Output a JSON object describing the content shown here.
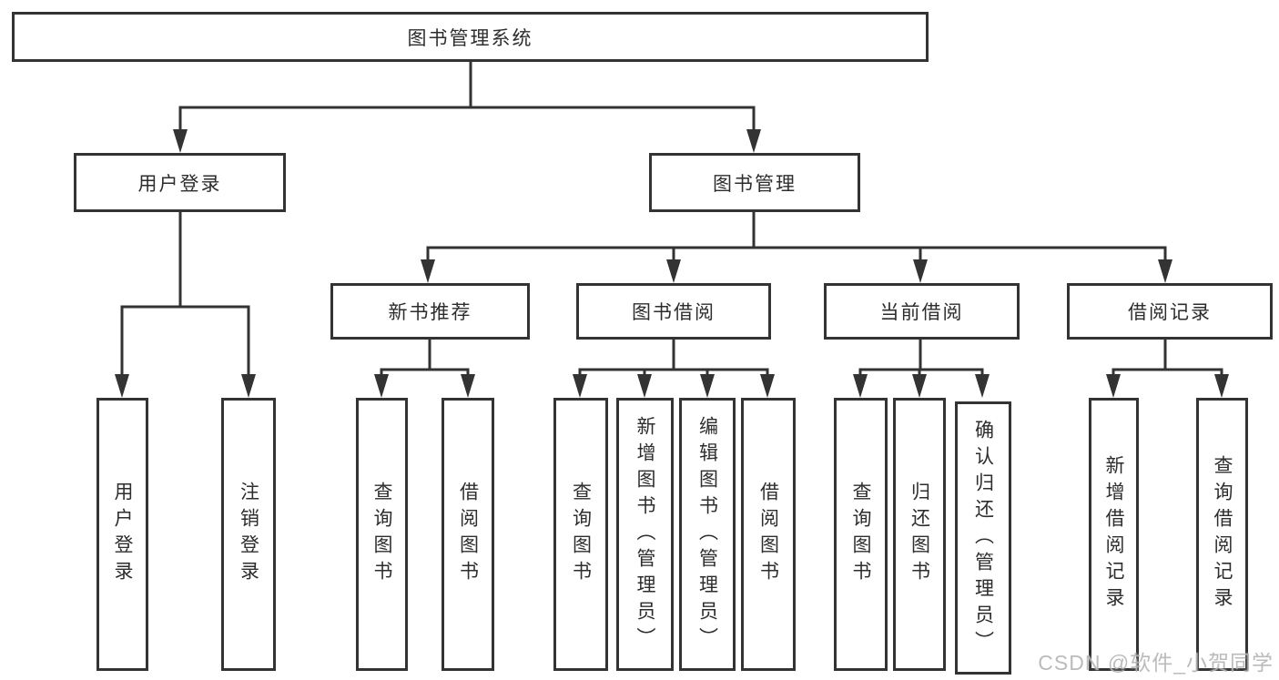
{
  "diagram": {
    "root": {
      "label": "图书管理系统"
    },
    "branches": [
      {
        "label": "用户登录",
        "children": [
          {
            "label": "用户登录"
          },
          {
            "label": "注销登录"
          }
        ]
      },
      {
        "label": "图书管理",
        "children": [
          {
            "label": "新书推荐",
            "children": [
              {
                "label": "查询图书"
              },
              {
                "label": "借阅图书"
              }
            ]
          },
          {
            "label": "图书借阅",
            "children": [
              {
                "label": "查询图书"
              },
              {
                "label": "新增图书（管理员）"
              },
              {
                "label": "编辑图书（管理员）"
              },
              {
                "label": "借阅图书"
              }
            ]
          },
          {
            "label": "当前借阅",
            "children": [
              {
                "label": "查询图书"
              },
              {
                "label": "归还图书"
              },
              {
                "label": "确认归还（管理员）"
              }
            ]
          },
          {
            "label": "借阅记录",
            "children": [
              {
                "label": "新增借阅记录"
              },
              {
                "label": "查询借阅记录"
              }
            ]
          }
        ]
      }
    ]
  },
  "watermark": {
    "text": "CSDN @软件_小贺同学"
  },
  "colors": {
    "line": "#333333",
    "box_border": "#333333",
    "text": "#2d2d2d",
    "watermark": "#b2b2b2",
    "background": "#ffffff"
  }
}
